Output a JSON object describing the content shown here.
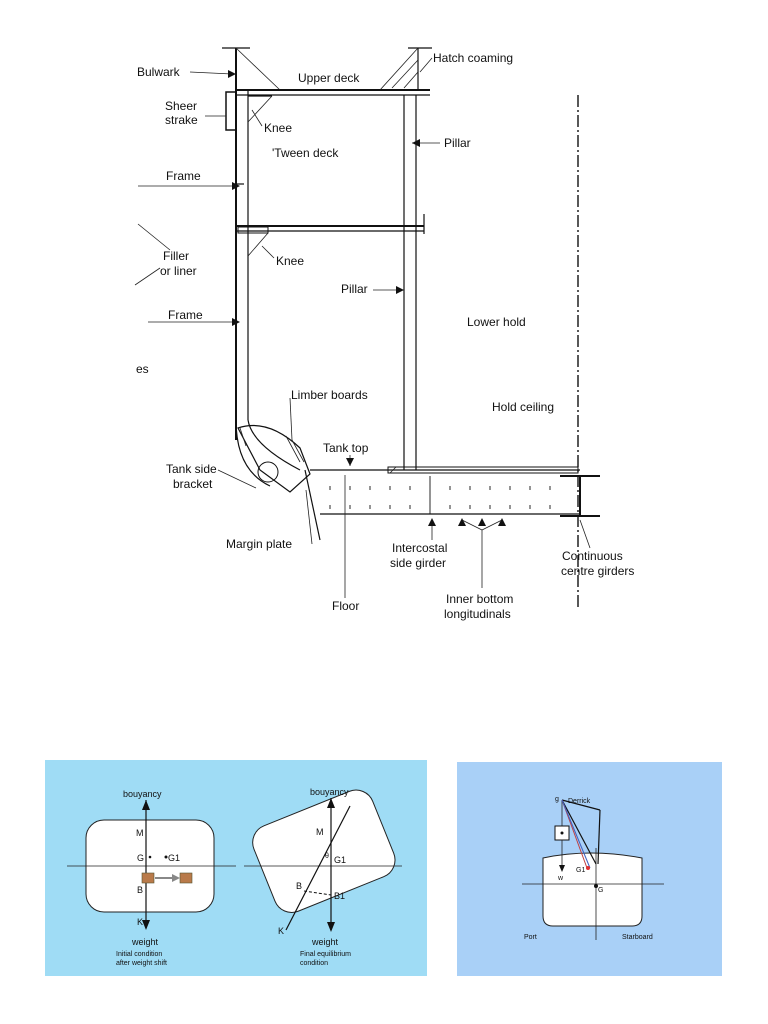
{
  "section_diagram": {
    "labels": {
      "bulwark": "Bulwark",
      "hatch_coaming": "Hatch coaming",
      "upper_deck": "Upper deck",
      "sheer": "Sheer",
      "strake": "strake",
      "knee_upper": "Knee",
      "tween_deck": "'Tween deck",
      "pillar_upper": "Pillar",
      "frame_upper": "Frame",
      "filler": "Filler",
      "or_liner": "or liner",
      "knee_lower": "Knee",
      "pillar_lower": "Pillar",
      "frame_lower": "Frame",
      "lower_hold": "Lower hold",
      "es": "es",
      "limber_boards": "Limber boards",
      "hold_ceiling": "Hold   ceiling",
      "tank_top": "Tank   top",
      "tank_side": "Tank side",
      "bracket": "bracket",
      "margin_plate": "Margin plate",
      "intercostal": "Intercostal",
      "side_girder": "side girder",
      "continuous": "Continuous",
      "centre_girders": "centre girders",
      "floor": "Floor",
      "inner_bottom": "Inner bottom",
      "longitudinals": "longitudinals"
    }
  },
  "stability_panel": {
    "background": "#9fdcf5",
    "bouyancy_left": "bouyancy",
    "weight_left": "weight",
    "M": "M",
    "G": "G",
    "G1": "G1",
    "B": "B",
    "K": "K",
    "caption_left_1": "Initial condition",
    "caption_left_2": "after weight shift",
    "bouyancy_right": "bouyancy",
    "weight_right": "weight",
    "M_r": "M",
    "theta": "θ",
    "G1_r": "G1",
    "B_r": "B",
    "B1_r": "B1",
    "K_r": "K",
    "caption_right_1": "Final equilibrium",
    "caption_right_2": "condition"
  },
  "derrick_panel": {
    "background": "#a9d0f7",
    "derrick": "Derrick",
    "g": "g",
    "w": "w",
    "G1": "G1",
    "G": "G",
    "port": "Port",
    "starboard": "Starboard"
  }
}
